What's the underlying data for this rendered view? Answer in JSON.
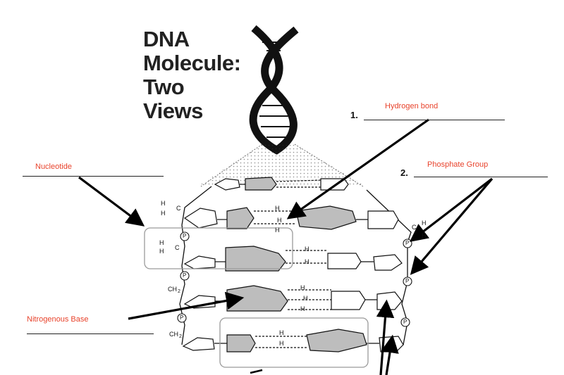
{
  "title": {
    "line1": "DNA",
    "line2": "Molecule:",
    "line3": "Two",
    "line4": "Views"
  },
  "labels": {
    "hydrogen_bond": {
      "number": "1.",
      "answer": "Hydrogen bond"
    },
    "phosphate_group": {
      "number": "2.",
      "answer": "Phosphate Group"
    },
    "nucleotide": {
      "answer": "Nucleotide"
    },
    "nitrogenous_base": {
      "answer": "Nitrogenous Base"
    }
  },
  "structure_text": {
    "h": "H",
    "c": "C",
    "p": "P",
    "ch2": "CH",
    "sub2": "2"
  },
  "colors": {
    "answer": "#e8432c",
    "ink": "#111111",
    "base_fill": "#bdbdbd",
    "box": "#9a9a9a"
  }
}
